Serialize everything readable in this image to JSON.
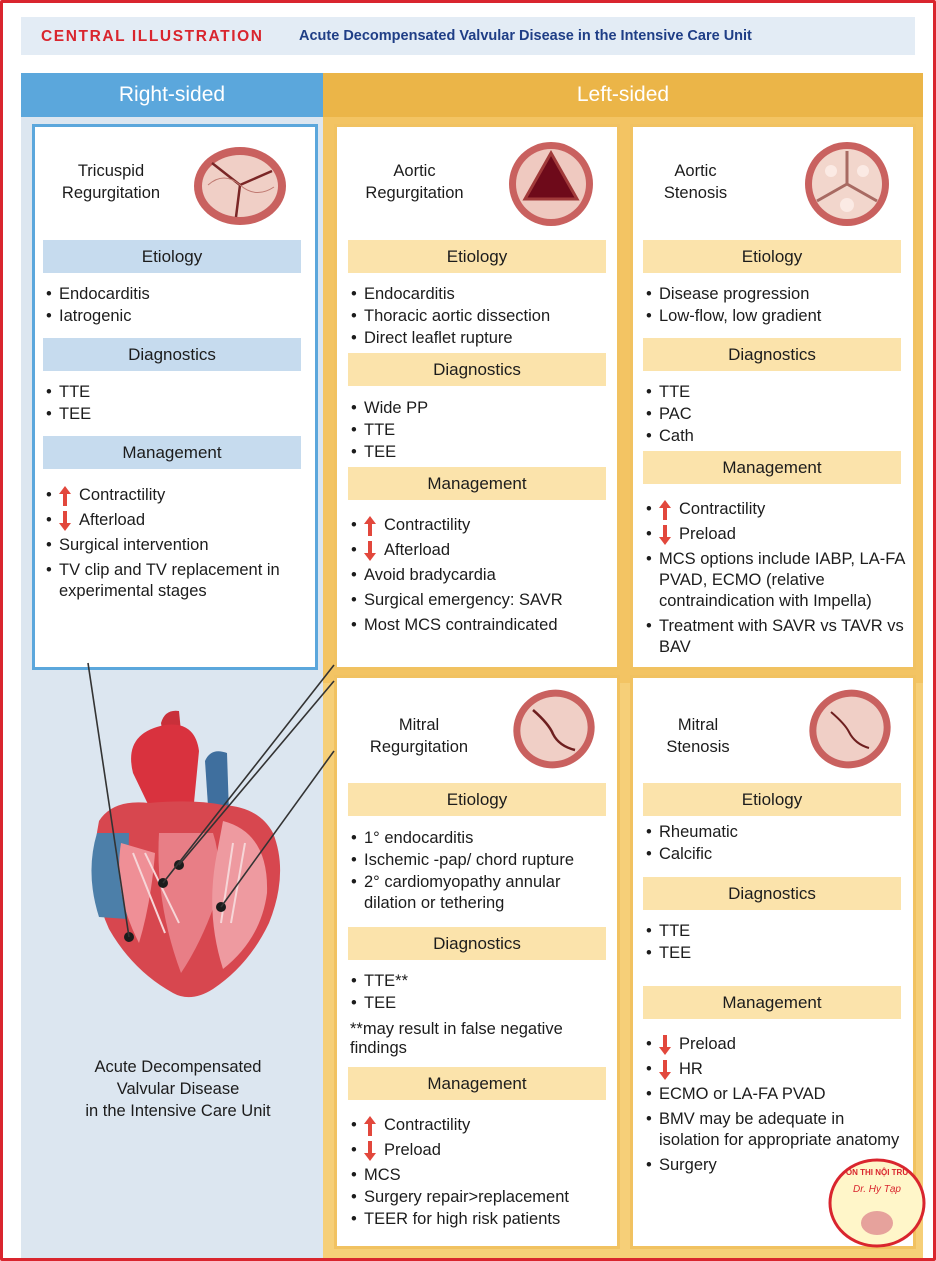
{
  "header": {
    "label": "CENTRAL ILLUSTRATION",
    "title": "Acute Decompensated Valvular Disease in the Intensive Care Unit"
  },
  "sides": {
    "right": "Right-sided",
    "left": "Left-sided"
  },
  "colors": {
    "frame": "#d9252e",
    "title_blue": "#1f3e86",
    "right_header": "#5ba7dc",
    "left_header": "#ebb548",
    "right_section": "#c6dbee",
    "left_section": "#fbe3ab",
    "arrow": "#e2473c"
  },
  "cards": {
    "tricuspid": {
      "title_line1": "Tricuspid",
      "title_line2": "Regurgitation",
      "etiology_label": "Etiology",
      "etiology": [
        "Endocarditis",
        "Iatrogenic"
      ],
      "diagnostics_label": "Diagnostics",
      "diagnostics": [
        "TTE",
        "TEE"
      ],
      "management_label": "Management",
      "management_arrows": [
        {
          "dir": "up",
          "text": "Contractility"
        },
        {
          "dir": "down",
          "text": "Afterload"
        }
      ],
      "management": [
        "Surgical intervention",
        "TV clip and TV replacement in experimental stages"
      ]
    },
    "aortic_regurgitation": {
      "title_line1": "Aortic",
      "title_line2": "Regurgitation",
      "etiology_label": "Etiology",
      "etiology": [
        "Endocarditis",
        "Thoracic aortic dissection",
        "Direct leaflet rupture"
      ],
      "diagnostics_label": "Diagnostics",
      "diagnostics": [
        "Wide PP",
        "TTE",
        "TEE"
      ],
      "management_label": "Management",
      "management_arrows": [
        {
          "dir": "up",
          "text": "Contractility"
        },
        {
          "dir": "down",
          "text": "Afterload"
        }
      ],
      "management": [
        "Avoid bradycardia",
        "Surgical emergency: SAVR",
        "Most MCS contraindicated"
      ]
    },
    "aortic_stenosis": {
      "title_line1": "Aortic",
      "title_line2": "Stenosis",
      "etiology_label": "Etiology",
      "etiology": [
        "Disease progression",
        "Low-flow, low gradient"
      ],
      "diagnostics_label": "Diagnostics",
      "diagnostics": [
        "TTE",
        "PAC",
        "Cath"
      ],
      "management_label": "Management",
      "management_arrows": [
        {
          "dir": "up",
          "text": "Contractility"
        },
        {
          "dir": "down",
          "text": "Preload"
        }
      ],
      "management": [
        "MCS options include IABP, LA-FA PVAD, ECMO (relative contraindication with Impella)",
        "Treatment with SAVR vs TAVR vs BAV"
      ]
    },
    "mitral_regurgitation": {
      "title_line1": "Mitral",
      "title_line2": "Regurgitation",
      "etiology_label": "Etiology",
      "etiology": [
        "1° endocarditis",
        "Ischemic -pap/ chord rupture",
        "2° cardiomyopathy annular dilation or tethering"
      ],
      "diagnostics_label": "Diagnostics",
      "diagnostics": [
        "TTE**",
        "TEE"
      ],
      "diagnostics_note": "**may result in false negative findings",
      "management_label": "Management",
      "management_arrows": [
        {
          "dir": "up",
          "text": "Contractility"
        },
        {
          "dir": "down",
          "text": "Preload"
        }
      ],
      "management": [
        "MCS",
        "Surgery repair>replacement",
        "TEER for high risk patients"
      ]
    },
    "mitral_stenosis": {
      "title_line1": "Mitral",
      "title_line2": "Stenosis",
      "etiology_label": "Etiology",
      "etiology": [
        "Rheumatic",
        "Calcific"
      ],
      "diagnostics_label": "Diagnostics",
      "diagnostics": [
        "TTE",
        "TEE"
      ],
      "management_label": "Management",
      "management_arrows": [
        {
          "dir": "down",
          "text": "Preload"
        },
        {
          "dir": "down",
          "text": "HR"
        }
      ],
      "management": [
        "ECMO or LA-FA PVAD",
        "BMV may be adequate in isolation for appropriate anatomy",
        "Surgery"
      ]
    }
  },
  "footer_caption": {
    "line1": "Acute Decompensated",
    "line2": "Valvular Disease",
    "line3": "in the Intensive Care Unit"
  },
  "logo": {
    "line1": "ÔN THI NỘI TRÚ",
    "line2": "Dr. Hy Tạp"
  },
  "icons": [
    "tricuspid-valve-icon",
    "aortic-regurgitation-valve-icon",
    "aortic-stenosis-valve-icon",
    "mitral-regurgitation-valve-icon",
    "mitral-stenosis-valve-icon",
    "heart-illustration",
    "up-arrow-icon",
    "down-arrow-icon"
  ]
}
